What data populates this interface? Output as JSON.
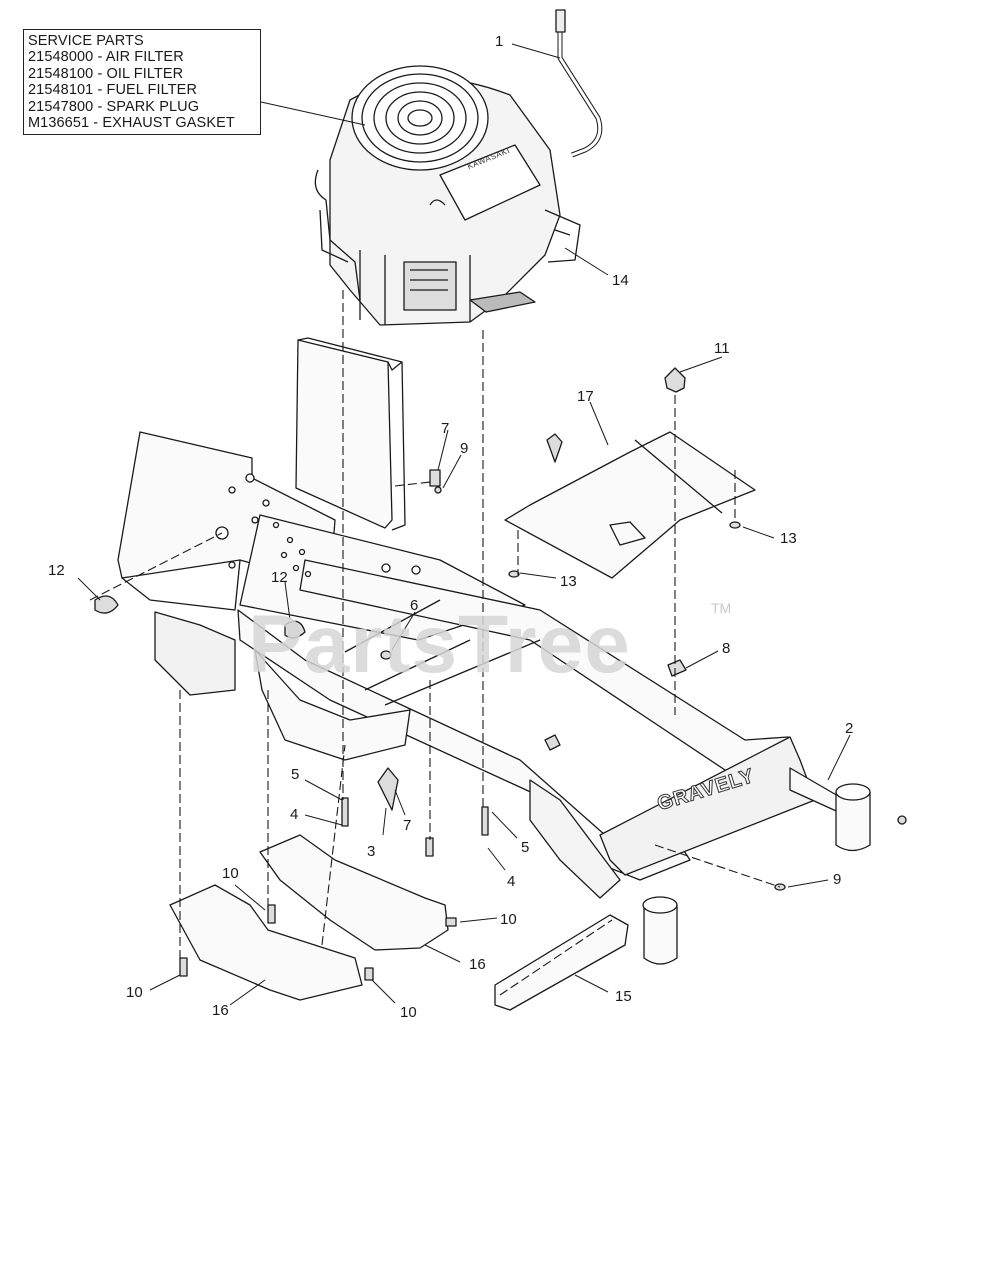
{
  "service_parts": {
    "title": "SERVICE PARTS",
    "items": [
      "21548000 - AIR FILTER",
      "21548100 - OIL FILTER",
      "21548101 - FUEL FILTER",
      "21547800 - SPARK PLUG",
      "M136651  - EXHAUST GASKET"
    ]
  },
  "watermark": {
    "text": "PartsTree",
    "tm": "TM"
  },
  "branding": {
    "frame": "GRAVELY",
    "engine": "KAWASAKI"
  },
  "callouts": {
    "c1": "1",
    "c2": "2",
    "c3": "3",
    "c4a": "4",
    "c4b": "4",
    "c5a": "5",
    "c5b": "5",
    "c6": "6",
    "c7a": "7",
    "c7b": "7",
    "c8": "8",
    "c9a": "9",
    "c9b": "9",
    "c10a": "10",
    "c10b": "10",
    "c10c": "10",
    "c10d": "10",
    "c11": "11",
    "c12a": "12",
    "c12b": "12",
    "c13a": "13",
    "c13b": "13",
    "c14": "14",
    "c15": "15",
    "c16a": "16",
    "c16b": "16",
    "c17": "17"
  }
}
